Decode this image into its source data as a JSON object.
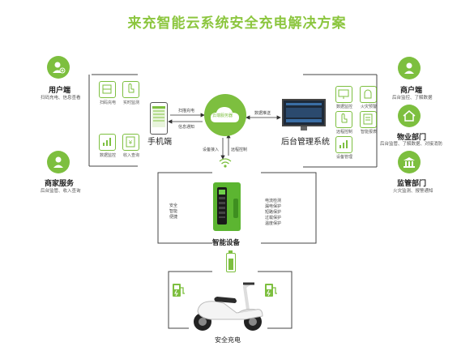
{
  "title": "来充智能云系统安全充电解决方案",
  "cloud": {
    "label": "云端服务器"
  },
  "left": {
    "user": {
      "name": "用户端",
      "desc": "扫码充电、信息查看"
    },
    "merchant": {
      "name": "商家服务",
      "desc": "后台监管、收入查询"
    },
    "icons": [
      {
        "label": "扫码充电"
      },
      {
        "label": "实时监测"
      },
      {
        "label": "数据监控"
      },
      {
        "label": "收入查询"
      }
    ],
    "phone_label": "手机端",
    "arrow_top": "扫描充电",
    "arrow_bottom": "信息通知"
  },
  "right": {
    "merchant_end": {
      "name": "商户端",
      "desc": "后台监控、了解数据"
    },
    "property": {
      "name": "物业部门",
      "desc": "后台监管、了解数据、对接消防"
    },
    "supervision": {
      "name": "监管部门",
      "desc": "火灾监测、报警通知"
    },
    "icons": [
      {
        "label": "数据监控"
      },
      {
        "label": "火灾预警"
      },
      {
        "label": "远程控制"
      },
      {
        "label": "智能报表"
      },
      {
        "label": "设备管理"
      }
    ],
    "backend_label": "后台管理系统",
    "arrow_top": "数据推送"
  },
  "center": {
    "down_arrow_left": "设备接入",
    "down_arrow_right": "远程控制",
    "device_label": "智能设备",
    "features_left": [
      "安全",
      "智能",
      "便捷"
    ],
    "features_right": [
      "电流检测",
      "漏电保护",
      "短路保护",
      "过载保护",
      "温度保护"
    ]
  },
  "bottom": {
    "label": "安全充电"
  },
  "colors": {
    "accent": "#7dbf3f",
    "title": "#8cc63f",
    "dark": "#222222"
  }
}
